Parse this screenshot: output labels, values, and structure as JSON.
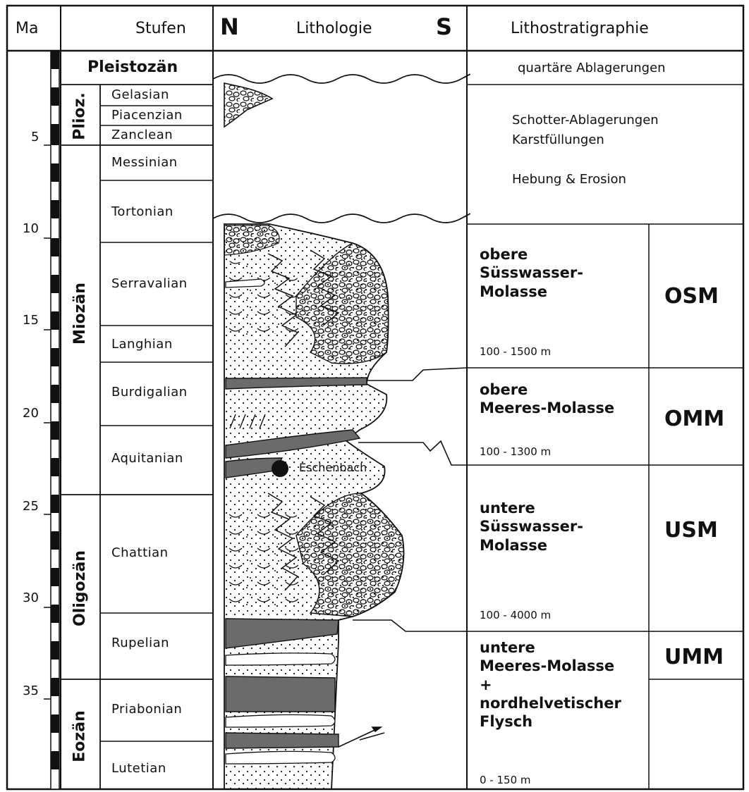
{
  "header": {
    "ma": "Ma",
    "stages": "Stufen",
    "north": "N",
    "lithology": "Lithologie",
    "south": "S",
    "lithostratigraphy": "Lithostratigraphie"
  },
  "age_ticks": [
    "5",
    "10",
    "15",
    "20",
    "25",
    "30",
    "35"
  ],
  "epochs": {
    "pleistocene": "Pleistozän",
    "pliocene": "Plioz.",
    "miocene": "Miozän",
    "oligocene": "Oligozän",
    "eocene": "Eozän"
  },
  "stages": {
    "gelasian": "Gelasian",
    "piacenzian": "Piacenzian",
    "zanclean": "Zanclean",
    "messinian": "Messinian",
    "tortonian": "Tortonian",
    "serravalian": "Serravalian",
    "langhian": "Langhian",
    "burdigalian": "Burdigalian",
    "aquitanian": "Aquitanian",
    "chattian": "Chattian",
    "rupelian": "Rupelian",
    "priabonian": "Priabonian",
    "lutetian": "Lutetian"
  },
  "locality": "Eschenbach",
  "litho": {
    "quaternary": "quartäre Ablagerungen",
    "gravel": "Schotter-Ablagerungen",
    "karst": "Karstfüllungen",
    "uplift": "Hebung & Erosion",
    "osm_name": "obere\nSüsswasser-\nMolasse",
    "osm_thickness": "100 - 1500 m",
    "osm_abbr": "OSM",
    "omm_name": "obere\nMeeres-Molasse",
    "omm_thickness": "100 - 1300 m",
    "omm_abbr": "OMM",
    "usm_name": "untere\nSüsswasser-\nMolasse",
    "usm_thickness": "100 - 4000 m",
    "usm_abbr": "USM",
    "umm_name": "untere\nMeeres-Molasse\n+\nnordhelvetischer\nFlysch",
    "umm_thickness": "0 - 150 m",
    "umm_abbr": "UMM"
  },
  "colors": {
    "line": "#111111",
    "sand_fill": "#ffffff",
    "marl_fill": "#6b6b6b"
  }
}
